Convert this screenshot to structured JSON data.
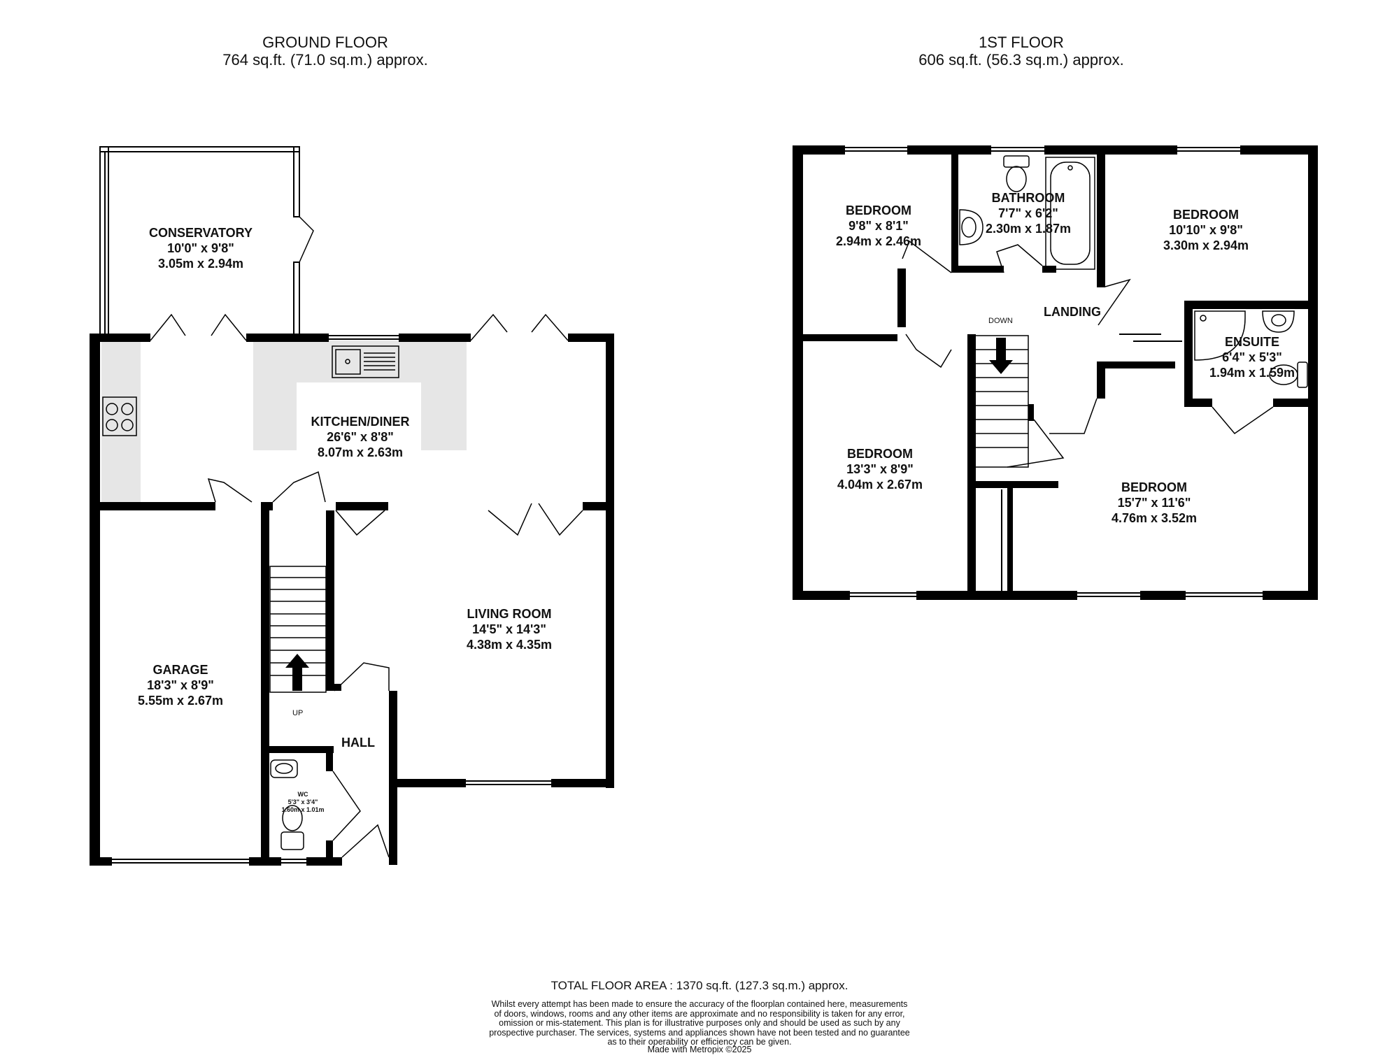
{
  "ground_floor": {
    "title": "GROUND FLOOR",
    "area": "764 sq.ft. (71.0 sq.m.) approx.",
    "rooms": {
      "conservatory": {
        "name": "CONSERVATORY",
        "imperial": "10'0\"  x 9'8\"",
        "metric": "3.05m  x 2.94m"
      },
      "kitchen": {
        "name": "KITCHEN/DINER",
        "imperial": "26'6\"  x 8'8\"",
        "metric": "8.07m  x 2.63m"
      },
      "living": {
        "name": "LIVING ROOM",
        "imperial": "14'5\"  x 14'3\"",
        "metric": "4.38m  x 4.35m"
      },
      "garage": {
        "name": "GARAGE",
        "imperial": "18'3\"  x 8'9\"",
        "metric": "5.55m  x 2.67m"
      },
      "hall": {
        "name": "HALL"
      },
      "wc": {
        "name": "WC",
        "imperial": "5'3\"  x 3'4\"",
        "metric": "1.60m  x 1.01m"
      }
    },
    "stair_label": "UP"
  },
  "first_floor": {
    "title": "1ST FLOOR",
    "area": "606 sq.ft. (56.3 sq.m.) approx.",
    "rooms": {
      "bedroom1": {
        "name": "BEDROOM",
        "imperial": "9'8\"  x 8'1\"",
        "metric": "2.94m  x 2.46m"
      },
      "bathroom": {
        "name": "BATHROOM",
        "imperial": "7'7\"  x 6'2\"",
        "metric": "2.30m  x 1.87m"
      },
      "bedroom2": {
        "name": "BEDROOM",
        "imperial": "10'10\"  x 9'8\"",
        "metric": "3.30m  x 2.94m"
      },
      "landing": {
        "name": "LANDING"
      },
      "ensuite": {
        "name": "ENSUITE",
        "imperial": "6'4\"  x 5'3\"",
        "metric": "1.94m  x 1.59m"
      },
      "bedroom3": {
        "name": "BEDROOM",
        "imperial": "13'3\"  x 8'9\"",
        "metric": "4.04m  x 2.67m"
      },
      "bedroom4": {
        "name": "BEDROOM",
        "imperial": "15'7\"  x 11'6\"",
        "metric": "4.76m  x 3.52m"
      }
    },
    "stair_label": "DOWN"
  },
  "footer": {
    "total": "TOTAL FLOOR AREA : 1370 sq.ft. (127.3 sq.m.) approx.",
    "disclaimer": [
      "Whilst every attempt has been made to ensure the accuracy of the floorplan contained here, measurements",
      "of doors, windows, rooms and any other items are approximate and no responsibility is taken for any error,",
      "omission or mis-statement. This plan is for illustrative purposes only and should be used as such by any",
      "prospective purchaser. The services, systems and appliances shown have not been tested and no guarantee",
      "as to their operability or efficiency can be given."
    ],
    "made_with": "Made with Metropix ©2025"
  },
  "colors": {
    "wall": "#000000",
    "counter": "#e6e6e6",
    "background": "#ffffff"
  }
}
